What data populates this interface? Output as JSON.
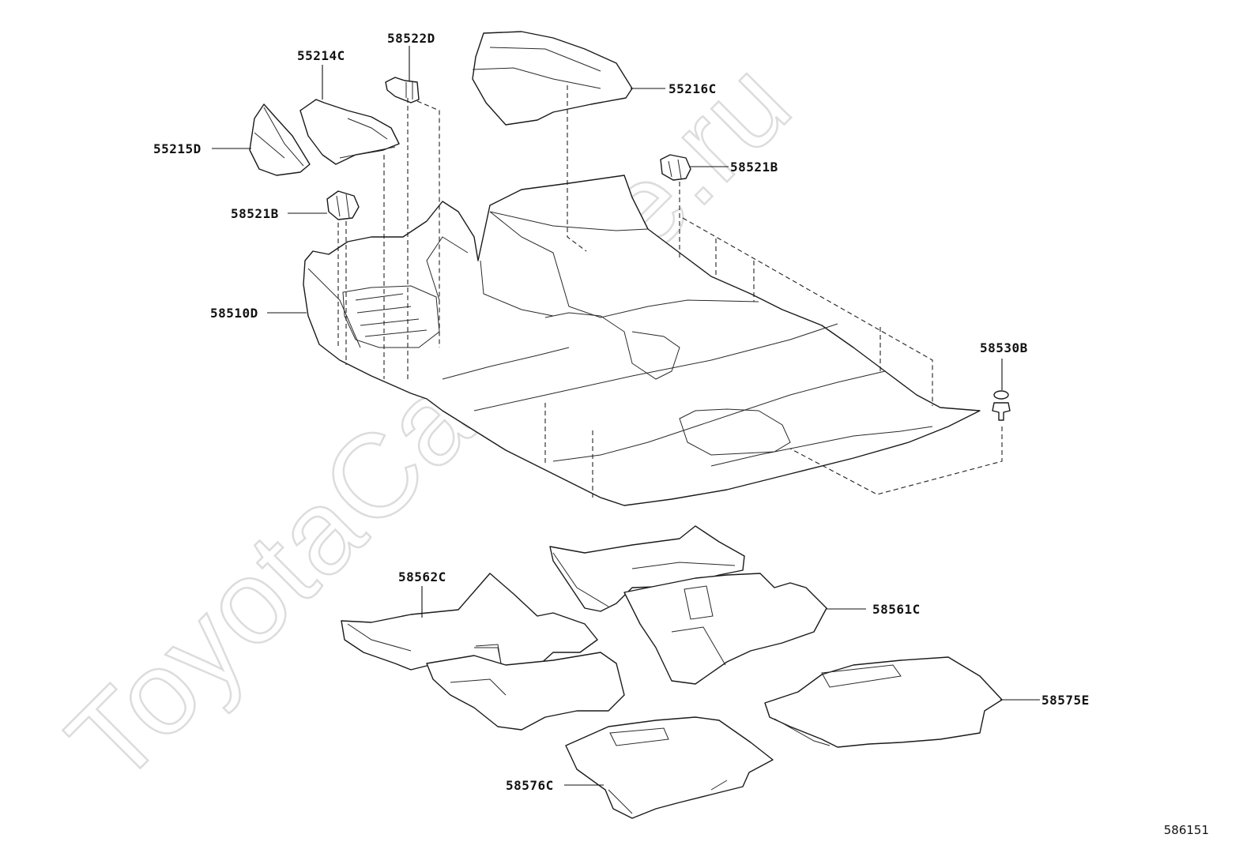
{
  "watermark": "ToyotaCarMine.ru",
  "figure_number": "586151",
  "callouts": [
    {
      "id": "55214C",
      "label": "55214C"
    },
    {
      "id": "58522D",
      "label": "58522D"
    },
    {
      "id": "55216C",
      "label": "55216C"
    },
    {
      "id": "55215D",
      "label": "55215D"
    },
    {
      "id": "58521B-right",
      "label": "58521B"
    },
    {
      "id": "58521B-left",
      "label": "58521B"
    },
    {
      "id": "58510D",
      "label": "58510D"
    },
    {
      "id": "58530B",
      "label": "58530B"
    },
    {
      "id": "58562C",
      "label": "58562C"
    },
    {
      "id": "58561C",
      "label": "58561C"
    },
    {
      "id": "58575E",
      "label": "58575E"
    },
    {
      "id": "58576C",
      "label": "58576C"
    }
  ]
}
